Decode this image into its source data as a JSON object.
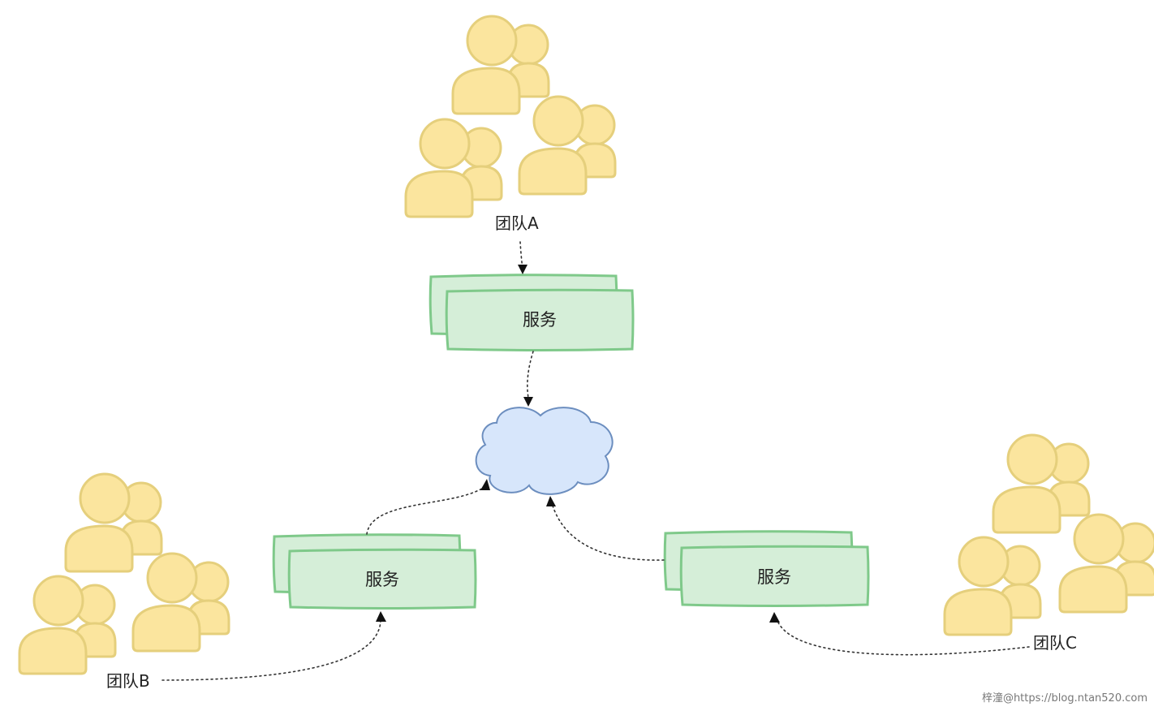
{
  "diagram": {
    "service_label": "服务",
    "teams": {
      "a": {
        "label": "团队A"
      },
      "b": {
        "label": "团队B"
      },
      "c": {
        "label": "团队C"
      }
    },
    "watermark": "梓潼@https://blog.ntan520.com"
  },
  "colors": {
    "person_fill": "#fbe59e",
    "person_stroke": "#e5cf7c",
    "service_fill": "#d5eed8",
    "service_stroke": "#7fc98a",
    "cloud_fill": "#d7e6fb",
    "cloud_stroke": "#6c8ebf",
    "connector": "#333333"
  }
}
